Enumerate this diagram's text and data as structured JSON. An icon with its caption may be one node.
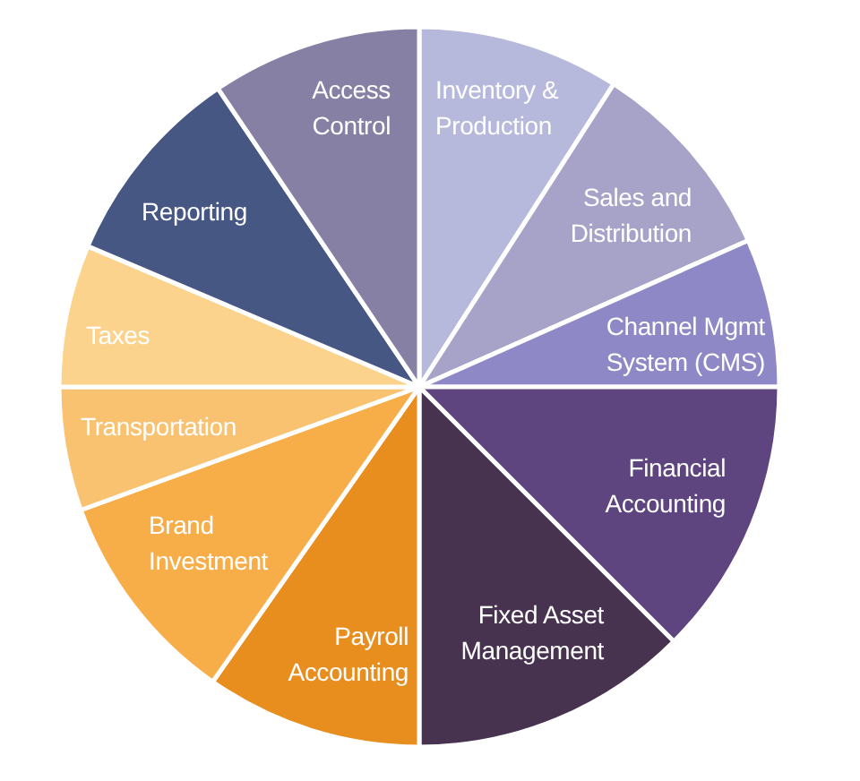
{
  "diagram": {
    "nodes": [
      {
        "text": [
          "Inventory & Production"
        ]
      },
      {
        "text": [
          "Sales and Distribution"
        ]
      },
      {
        "text": [
          "Channel Mgmt System (CMS)"
        ]
      },
      {
        "text": [
          "Financial Accounting"
        ]
      },
      {
        "text": [
          "Fixed Asset Management"
        ]
      },
      {
        "text": [
          "Payroll Accounting"
        ]
      },
      {
        "text": [
          "Brand Investment"
        ]
      },
      {
        "text": [
          "Transportation"
        ]
      },
      {
        "text": [
          "Taxes"
        ]
      },
      {
        "text": [
          "Reporting"
        ]
      },
      {
        "text": [
          "Access Control"
        ]
      }
    ]
  }
}
